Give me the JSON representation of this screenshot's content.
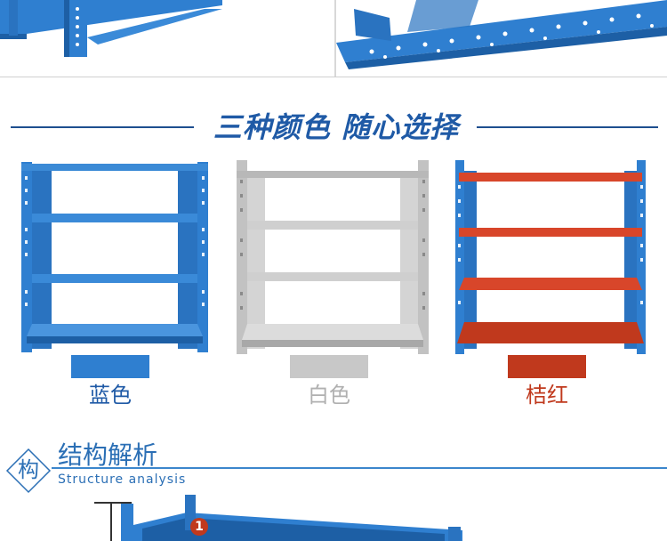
{
  "headline": "三种颜色 随心选择",
  "colors": {
    "blue": "#2f7fd0",
    "white": "#c8c8c8",
    "orange": "#c0391d",
    "accent": "#1f5aa6"
  },
  "shelves": [
    {
      "label": "蓝色",
      "color": "#2f7fd0"
    },
    {
      "label": "白色",
      "color": "#c8c8c8"
    },
    {
      "label": "桔红",
      "color": "#c0391d"
    }
  ],
  "structure": {
    "badge": "构",
    "title": "结构解析",
    "subtitle": "Structure analysis",
    "marker": "1"
  }
}
